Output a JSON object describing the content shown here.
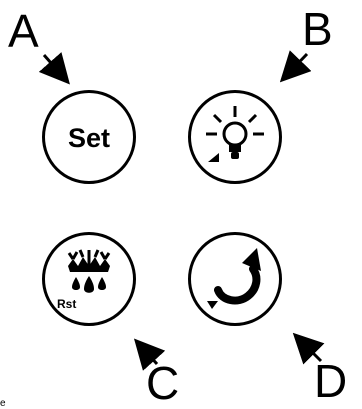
{
  "callouts": {
    "a": "A",
    "b": "B",
    "c": "C",
    "d": "D"
  },
  "buttons": {
    "set": {
      "label": "Set",
      "icon": "set-text-icon"
    },
    "light": {
      "label": "",
      "icon": "light-bulb-icon"
    },
    "rst": {
      "label": "Rst",
      "icon": "defrost-icon"
    },
    "refresh": {
      "label": "",
      "icon": "refresh-arrow-icon"
    }
  },
  "footer": {
    "partial_text": "e"
  },
  "colors": {
    "line": "#000000",
    "background": "#ffffff"
  }
}
